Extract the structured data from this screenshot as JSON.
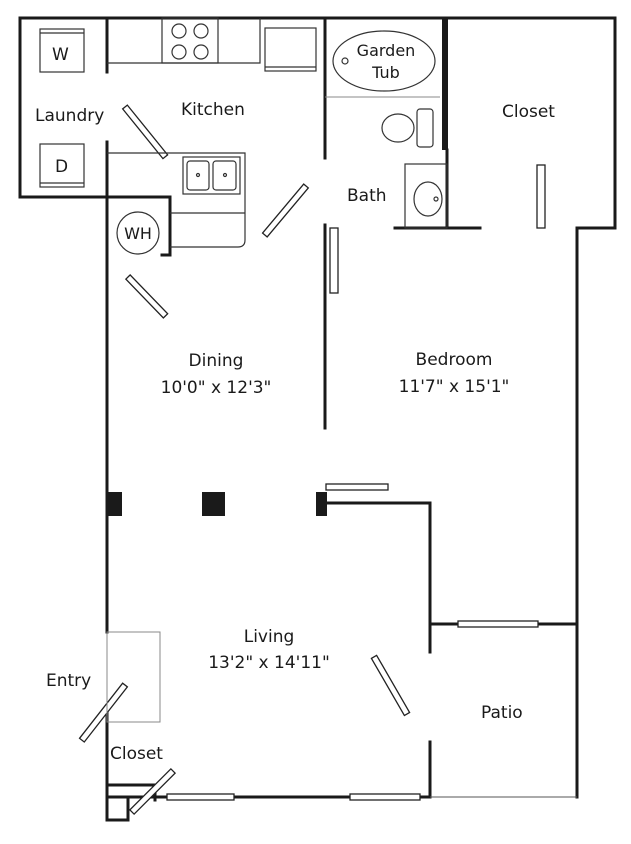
{
  "rooms": {
    "laundry": "Laundry",
    "washer": "W",
    "dryer": "D",
    "kitchen": "Kitchen",
    "water_heater": "WH",
    "tub_line1": "Garden",
    "tub_line2": "Tub",
    "bath": "Bath",
    "closet_bedroom": "Closet",
    "dining": "Dining",
    "dining_size": "10'0\" x 12'3\"",
    "bedroom": "Bedroom",
    "bedroom_size": "11'7\" x 15'1\"",
    "living": "Living",
    "living_size": "13'2\" x 14'11\"",
    "entry": "Entry",
    "closet_entry": "Closet",
    "patio": "Patio"
  }
}
